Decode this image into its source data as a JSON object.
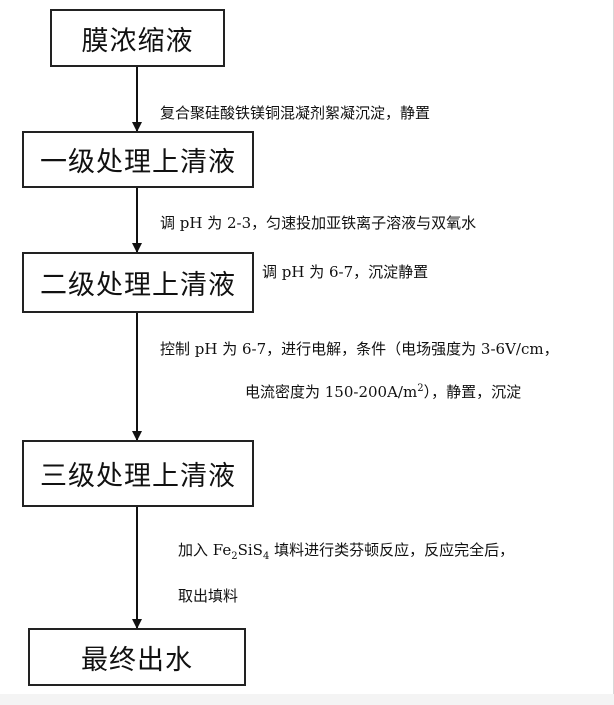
{
  "nodes": [
    "膜浓缩液",
    "一级处理上清液",
    "二级处理上清液",
    "三级处理上清液",
    "最终出水"
  ],
  "steps": {
    "step1": "复合聚硅酸铁镁铜混凝剂絮凝沉淀，静置",
    "step2_line1": "调 pH 为 2-3，匀速投加亚铁离子溶液与双氧水",
    "step2_line2": "调 pH 为 6-7，沉淀静置",
    "step3_line1": "控制 pH 为 6-7，进行电解，条件（电场强度为 3-6V/cm，",
    "step3_line2_a": "电流密度为 150-200A/m",
    "step3_line2_sup": "2",
    "step3_line2_b": "），静置，沉淀",
    "step4_line1_a": "加入 Fe",
    "step4_line1_sub1": "2",
    "step4_line1_mid": "SiS",
    "step4_line1_sub2": "4",
    "step4_line1_b": " 填料进行类芬顿反应，反应完全后，",
    "step4_line2": "取出填料"
  }
}
